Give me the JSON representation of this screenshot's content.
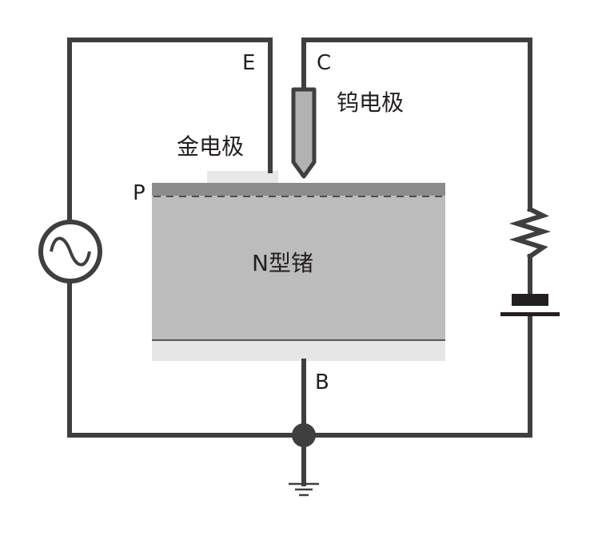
{
  "labels": {
    "emitter": "E",
    "collector": "C",
    "base": "B",
    "p_region": "P",
    "tungsten_electrode": "钨电极",
    "gold_electrode": "金电极",
    "n_germanium": "N型锗"
  },
  "colors": {
    "wire": "#3f3f3f",
    "text": "#231f20",
    "crystal": "#bcbcbc",
    "p_layer": "#8c8c8c",
    "base_plate": "#e6e6e6",
    "gold_electrode": "#e8e8e8",
    "tungsten_probe": "#b2b2b2"
  },
  "icons": {
    "ac_source": "ac-source-icon",
    "resistor": "resistor-icon",
    "battery": "battery-icon",
    "ground": "ground-icon",
    "junction": "junction-dot-icon"
  }
}
